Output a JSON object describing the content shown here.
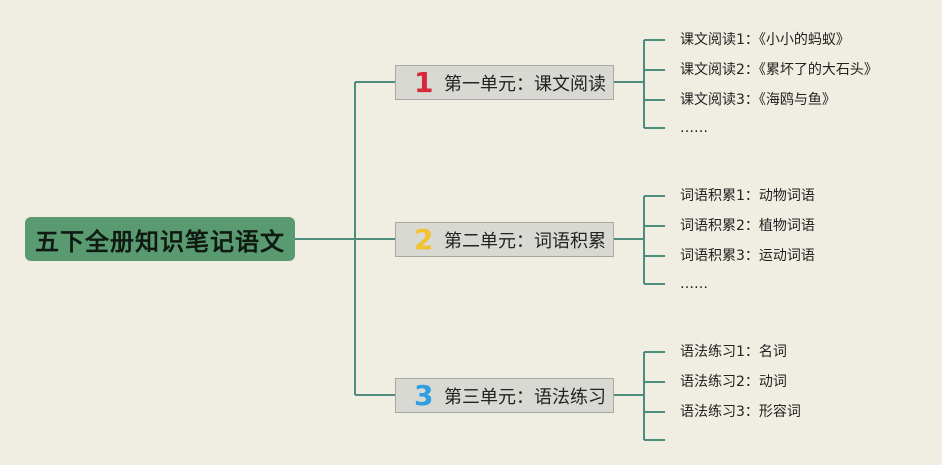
{
  "root": {
    "title": "五下全册知识笔记语文"
  },
  "colors": {
    "line": "#4e8d7d",
    "num1": "#d6283a",
    "num2": "#f2c230",
    "num3": "#2f9de0"
  },
  "branches": [
    {
      "number": "1",
      "label": "第一单元：课文阅读",
      "leaves": [
        "课文阅读1：《小小的蚂蚁》",
        "课文阅读2：《累坏了的大石头》",
        "课文阅读3：《海鸥与鱼》",
        "……"
      ]
    },
    {
      "number": "2",
      "label": "第二单元：词语积累",
      "leaves": [
        "词语积累1：动物词语",
        "词语积累2：植物词语",
        "词语积累3：运动词语",
        "……"
      ]
    },
    {
      "number": "3",
      "label": "第三单元：语法练习",
      "leaves": [
        "语法练习1：名词",
        "语法练习2：动词",
        "语法练习3：形容词",
        ""
      ]
    }
  ]
}
